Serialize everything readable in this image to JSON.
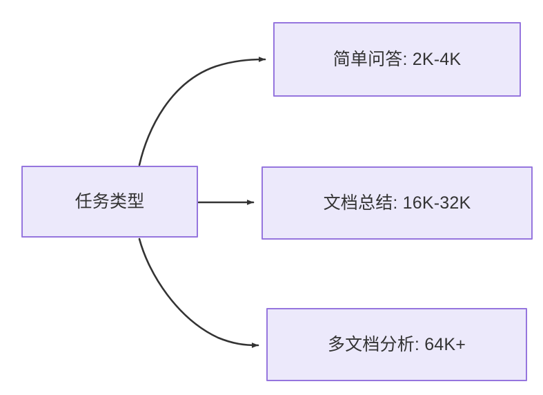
{
  "diagram": {
    "type": "flowchart",
    "direction": "left-to-right",
    "background_color": "#ffffff",
    "node_fill_color": "#ece9fb",
    "node_border_color": "#9575de",
    "node_text_color": "#333333",
    "edge_color": "#333333",
    "root": {
      "id": "task-type",
      "label": "任务类型"
    },
    "nodes": [
      {
        "id": "simple-qa",
        "label": "简单问答: 2K-4K",
        "category": "简单问答",
        "range": "2K-4K"
      },
      {
        "id": "doc-summary",
        "label": "文档总结: 16K-32K",
        "category": "文档总结",
        "range": "16K-32K"
      },
      {
        "id": "multi-doc",
        "label": "多文档分析: 64K+",
        "category": "多文档分析",
        "range": "64K+"
      }
    ],
    "edges": [
      {
        "id": "edge-to-simple-qa",
        "from": "task-type",
        "to": "simple-qa",
        "label": "",
        "style": "curved-arrow"
      },
      {
        "id": "edge-to-doc-summary",
        "from": "task-type",
        "to": "doc-summary",
        "label": "",
        "style": "straight-arrow"
      },
      {
        "id": "edge-to-multi-doc",
        "from": "task-type",
        "to": "multi-doc",
        "label": "",
        "style": "curved-arrow"
      }
    ]
  }
}
